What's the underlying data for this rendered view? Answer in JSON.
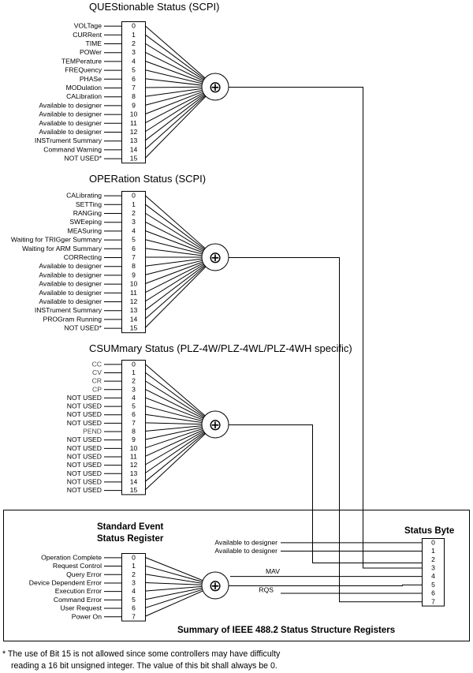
{
  "questionable": {
    "title": "QUEStionable Status (SCPI)",
    "bits": [
      "VOLTage",
      "CURRent",
      "TIME",
      "POWer",
      "TEMPerature",
      "FREQuency",
      "PHASe",
      "MODulation",
      "CALibration",
      "Available to designer",
      "Available to designer",
      "Available to designer",
      "Available to designer",
      "INSTrument Summary",
      "Command Warning",
      "NOT USED*"
    ]
  },
  "operation": {
    "title": "OPERation Status (SCPI)",
    "bits": [
      "CALibrating",
      "SETTing",
      "RANGing",
      "SWEeping",
      "MEASuring",
      "Waiting for TRIGger Summary",
      "Waiting for ARM Summary",
      "CORRecting",
      "Available to designer",
      "Available to designer",
      "Available to designer",
      "Available to designer",
      "Available to designer",
      "INSTrument Summary",
      "PROGram Running",
      "NOT USED*"
    ]
  },
  "csummary": {
    "title": "CSUMmary  Status (PLZ-4W/PLZ-4WL/PLZ-4WH specific)",
    "bits": [
      "CC",
      "CV",
      "CR",
      "CP",
      "NOT USED",
      "NOT USED",
      "NOT USED",
      "NOT USED",
      "PEND",
      "NOT USED",
      "NOT USED",
      "NOT USED",
      "NOT USED",
      "NOT USED",
      "NOT USED",
      "NOT USED"
    ],
    "light_bits": [
      0,
      1,
      2,
      3,
      8
    ]
  },
  "standard_event": {
    "title_line1": "Standard  Event",
    "title_line2": "Status  Register",
    "bits": [
      "Operation Complete",
      "Request Control",
      "Query Error",
      "Device Dependent Error",
      "Execution Error",
      "Command Error",
      "User Request",
      "Power On"
    ]
  },
  "status_byte": {
    "title": "Status Byte",
    "labels": [
      "Available to designer",
      "Available to designer",
      "",
      "",
      "MAV",
      "",
      "RQS",
      ""
    ]
  },
  "bit_numbers": [
    "0",
    "1",
    "2",
    "3",
    "4",
    "5",
    "6",
    "7",
    "8",
    "9",
    "10",
    "11",
    "12",
    "13",
    "14",
    "15"
  ],
  "summary_symbol": "⊕",
  "summary_title": "Summary  of  IEEE  488.2  Status  Structure  Registers",
  "footnote": {
    "line1": "*  The use of Bit 15 is not allowed since some controllers may have difficulty",
    "line2": "reading a 16 bit unsigned integer. The value of this bit shall always be 0."
  }
}
